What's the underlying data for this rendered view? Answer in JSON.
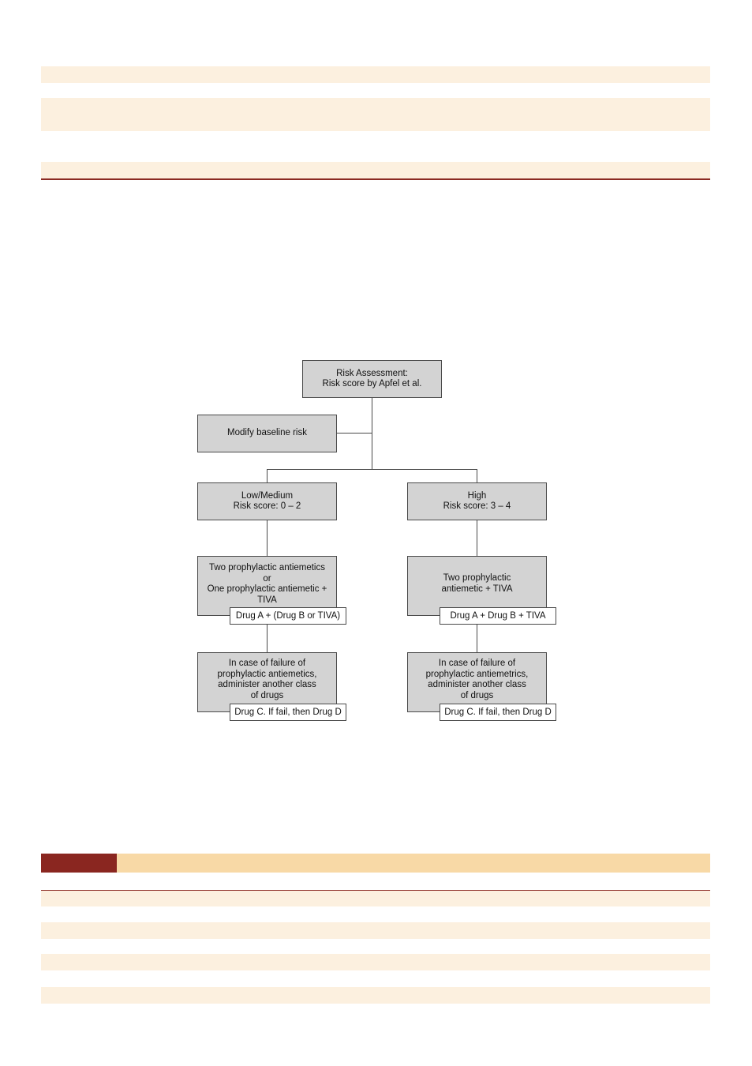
{
  "flowchart": {
    "risk_assessment": "Risk Assessment:\nRisk score by Apfel et al.",
    "modify_baseline": "Modify baseline risk",
    "low_medium": "Low/Medium\nRisk score: 0 – 2",
    "high": "High\nRisk score: 3 – 4",
    "low_treatment": "Two prophylactic antiemetics\nor\nOne prophylactic antiemetic +\nTIVA",
    "low_drug": "Drug A + (Drug B or TIVA)",
    "high_treatment": "Two prophylactic\nantiemetic + TIVA",
    "high_drug": "Drug A + Drug B + TIVA",
    "low_failure": "In case of failure of\nprophylactic antiemetics,\nadminister another class\nof drugs",
    "low_rescue": "Drug C. If fail, then Drug D",
    "high_failure": "In case of failure of\nprophylactic antiemetrics,\nadminister another class\nof drugs",
    "high_rescue": "Drug C. If fail, then Drug D"
  },
  "colors": {
    "band": "#fcf0df",
    "rule": "#8b2a23",
    "header_dark": "#8a2620",
    "header_light": "#f8d9a6",
    "box_fill": "#d3d3d3"
  }
}
